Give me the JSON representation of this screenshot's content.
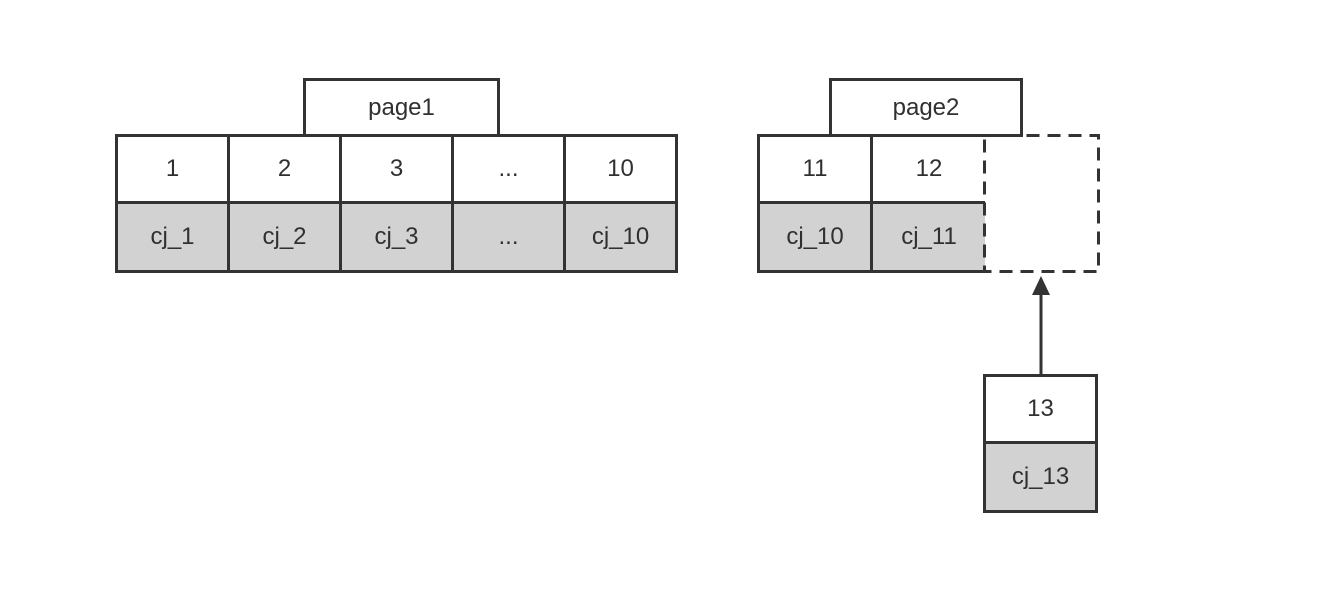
{
  "colors": {
    "background": "#ffffff",
    "border": "#333333",
    "cell_fill_white": "#ffffff",
    "cell_fill_gray": "#d2d2d2",
    "text": "#303030"
  },
  "page1": {
    "label": "page1",
    "cells": [
      {
        "index": "1",
        "value": "cj_1"
      },
      {
        "index": "2",
        "value": "cj_2"
      },
      {
        "index": "3",
        "value": "cj_3"
      },
      {
        "index": "...",
        "value": "..."
      },
      {
        "index": "10",
        "value": "cj_10"
      }
    ]
  },
  "page2": {
    "label": "page2",
    "cells": [
      {
        "index": "11",
        "value": "cj_10"
      },
      {
        "index": "12",
        "value": "cj_11"
      }
    ]
  },
  "incoming_cell": {
    "index": "13",
    "value": "cj_13"
  }
}
